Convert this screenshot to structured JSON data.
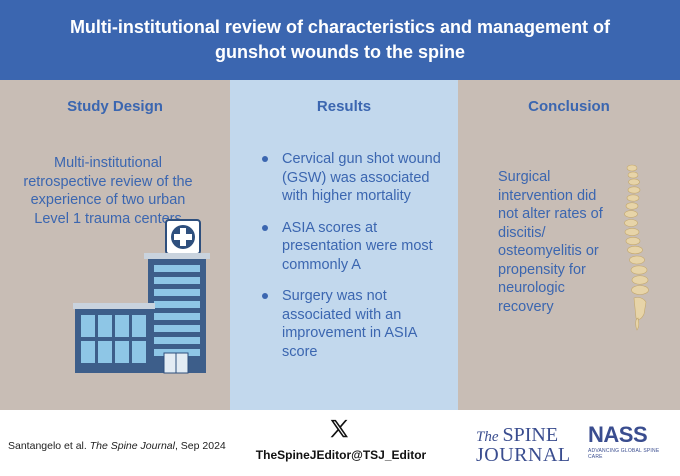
{
  "header": {
    "title": "Multi-institutional review of characteristics and management of gunshot wounds to the spine"
  },
  "study_design": {
    "heading": "Study Design",
    "text": "Multi-institutional retrospective review of the experience of two urban Level 1 trauma centers"
  },
  "results": {
    "heading": "Results",
    "items": [
      "Cervical gun shot wound (GSW) was associated with higher mortality",
      "ASIA scores at presentation were most commonly A",
      "Surgery was not associated with an improvement in ASIA score"
    ]
  },
  "conclusion": {
    "heading": "Conclusion",
    "text": "Surgical intervention did not alter rates of discitis/ osteomyelitis or propensity for neurologic recovery"
  },
  "footer": {
    "citation_authors": "Santangelo et al.",
    "citation_journal": "The Spine Journal",
    "citation_date": ", Sep 2024",
    "social_handle": "TheSpineJEditor@TSJ_Editor",
    "journal_logo_the": "The",
    "journal_logo_spine": "SPINE",
    "journal_logo_journal": "JOURNAL",
    "nass_logo": "NASS",
    "nass_tagline": "ADVANCING GLOBAL SPINE CARE"
  },
  "colors": {
    "brand_blue": "#3b66b0",
    "side_panel": "#c8bdb5",
    "middle_panel": "#c2d8ed"
  },
  "icons": [
    "hospital-building-icon",
    "spine-icon",
    "x-logo-icon"
  ]
}
